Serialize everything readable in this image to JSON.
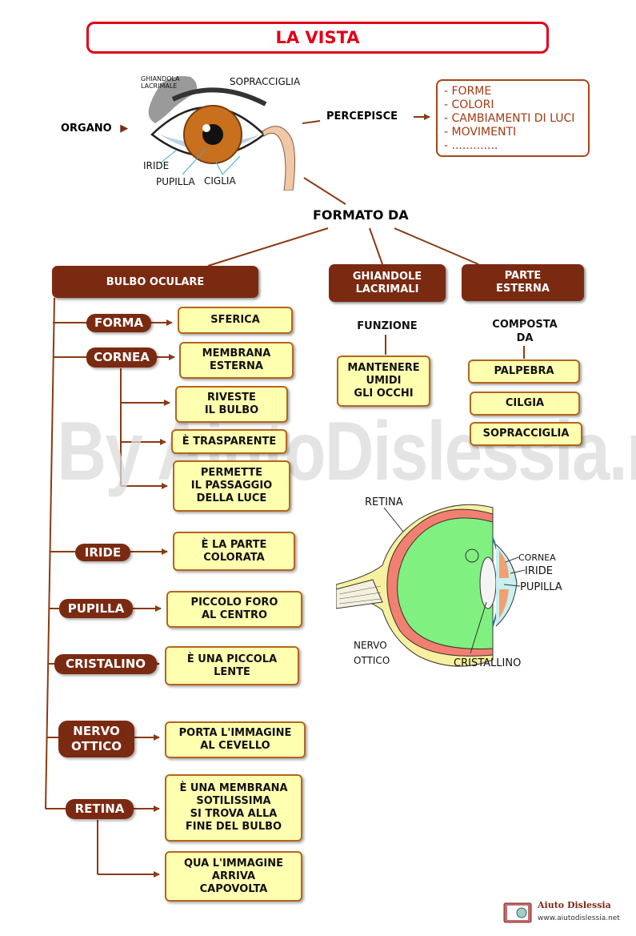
{
  "title": "LA VISTA",
  "organo_label": "ORGANO",
  "top_eye_labels": {
    "ghiandola": "GHIANDOLA\nLACRIMALE",
    "sopracciglia": "SOPRACCIGLIA",
    "iride": "IRIDE",
    "pupilla": "PUPILLA",
    "ciglia": "CIGLIA"
  },
  "percepisce_label": "PERCEPISCE",
  "percepisce_items": [
    "- FORME",
    "- COLORI",
    "- CAMBIAMENTI DI LUCI",
    "- MOVIMENTI",
    "- ............."
  ],
  "formato_da": "FORMATO DA",
  "bulbo": {
    "header": "BULBO OCULARE",
    "forma": {
      "label": "FORMA",
      "value": "SFERICA"
    },
    "cornea": {
      "label": "CORNEA",
      "value": "MEMBRANA\nESTERNA",
      "sub": [
        "RIVESTE\nIL BULBO",
        "È TRASPARENTE",
        "PERMETTE\nIL PASSAGGIO\nDELLA LUCE"
      ]
    },
    "iride": {
      "label": "IRIDE",
      "value": "È LA PARTE\nCOLORATA"
    },
    "pupilla": {
      "label": "PUPILLA",
      "value": "PICCOLO FORO\nAL CENTRO"
    },
    "cristalino": {
      "label": "CRISTALINO",
      "value": "È UNA PICCOLA\nLENTE"
    },
    "nervo": {
      "label": "NERVO\nOTTICO",
      "value": "PORTA L'IMMAGINE\nAL CEVELLO"
    },
    "retina": {
      "label": "RETINA",
      "value": "È UNA MEMBRANA\nSOTILISSIMA\nSI TROVA ALLA\nFINE DEL BULBO",
      "value2": "QUA L'IMMAGINE\nARRIVA\nCAPOVOLTA"
    }
  },
  "ghiandole": {
    "header": "GHIANDOLE\nLACRIMALI",
    "funzione_label": "FUNZIONE",
    "value": "MANTENERE\nUMIDI\nGLI OCCHI"
  },
  "parte_esterna": {
    "header": "PARTE\nESTERNA",
    "composta_label": "COMPOSTA\nDA",
    "items": [
      "PALPEBRA",
      "CILGIA",
      "SOPRACCIGLIA"
    ]
  },
  "eye_diagram_labels": {
    "retina": "RETINA",
    "cornea": "CORNEA",
    "iride": "IRIDE",
    "pupilla": "PUPILLA",
    "nervo": "NERVO\nOTTICO",
    "cristallino": "CRISTALLINO"
  },
  "watermark": "By AiutoDislessia.net",
  "footer": {
    "brand": "Aiuto Dislessia",
    "url": "www.aiutodislessia.net"
  },
  "colors": {
    "accent": "#e1001a",
    "brown": "#7b2a12",
    "box_fill": "#ffffb0",
    "box_border": "#b4661c"
  }
}
